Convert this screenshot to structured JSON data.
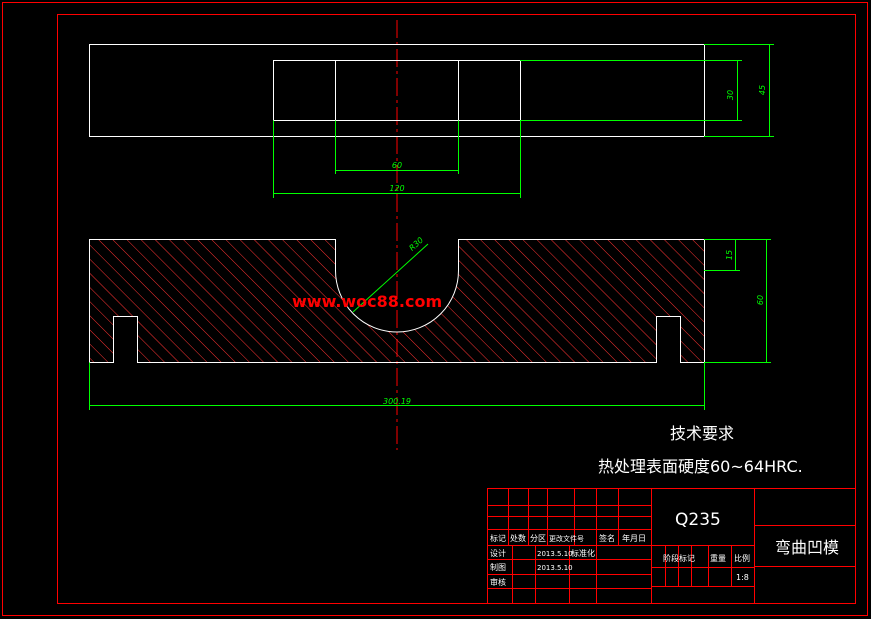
{
  "watermark": "www.woc88.com",
  "colors": {
    "background": "#000000",
    "border": "#ff0000",
    "outline": "#ffffff",
    "dimension": "#00ff00",
    "hatch": "#ff3333",
    "centerline": "#ff0000"
  },
  "dimensions": {
    "top_height_inner": "30",
    "top_height_outer": "45",
    "slot_width": "60",
    "insert_width": "120",
    "radius": "R30",
    "step_height": "15",
    "body_height": "60",
    "total_length": "300.19"
  },
  "notes": {
    "title": "技术要求",
    "line1": "热处理表面硬度60~64HRC."
  },
  "title_block": {
    "material": "Q235",
    "part_name": "弯曲凹模",
    "headers": {
      "mark": "标记",
      "count": "处数",
      "zone": "分区",
      "change_doc": "更改文件号",
      "sign": "签名",
      "date": "年月日",
      "stage_mark": "阶段标记",
      "weight": "重量",
      "scale_label": "比例"
    },
    "rows": {
      "design_label": "设计",
      "design_date": "2013.5.10",
      "standardize": "标准化",
      "draw_label": "制图",
      "draw_date": "2013.5.10",
      "review_label": "审核"
    },
    "scale_value": "1:8"
  }
}
